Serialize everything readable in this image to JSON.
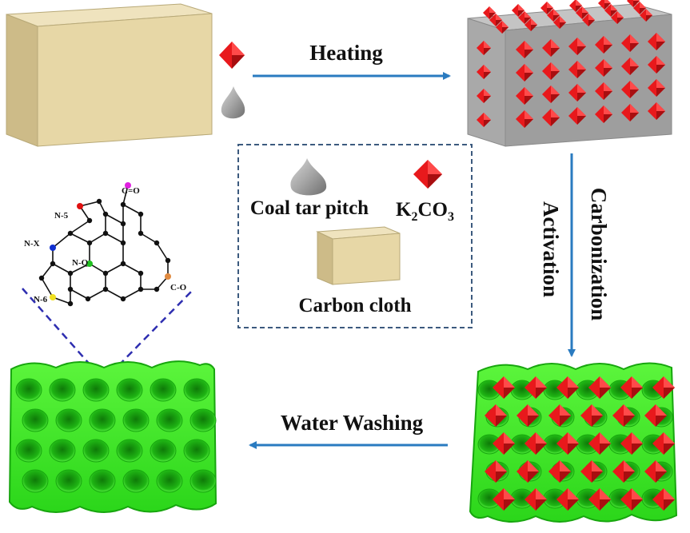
{
  "labels": {
    "heating": "Heating",
    "carbonization": "Carbonization",
    "activation": "Activation",
    "water_washing": "Water Washing"
  },
  "legend": {
    "coal_tar_pitch": "Coal tar pitch",
    "k2co3": {
      "k": "K",
      "k_sub": "2",
      "co": "CO",
      "co_sub": "3"
    },
    "carbon_cloth": "Carbon cloth"
  },
  "molecule": {
    "c_o_double": "C=O",
    "n5": "N-5",
    "nx": "N-X",
    "nq": "N-Q",
    "n6": "N-6",
    "c_o": "C-O"
  },
  "colors": {
    "cloth_front": "#E7D7A6",
    "cloth_top": "#EFE3BE",
    "cloth_side": "#CDBB88",
    "grey_front": "#A9A9A9",
    "grey_top": "#C4C4C4",
    "grey_side": "#8E8E8E",
    "k2co3_red": "#E8191C",
    "k2co3_dark": "#A80E10",
    "pitch": "#9E9E9E",
    "foam_green": "#33E61C",
    "foam_dark": "#17A60E",
    "arrow": "#2A7BC0",
    "dash_box": "#3C5A7E",
    "dash_line": "#2E2EB0",
    "n5_atom": "#E01010",
    "nx_atom": "#1030D0",
    "nq_atom": "#20C020",
    "n6_atom": "#F0E020",
    "co_double_atom": "#E020E0",
    "co_atom": "#E08A40"
  }
}
